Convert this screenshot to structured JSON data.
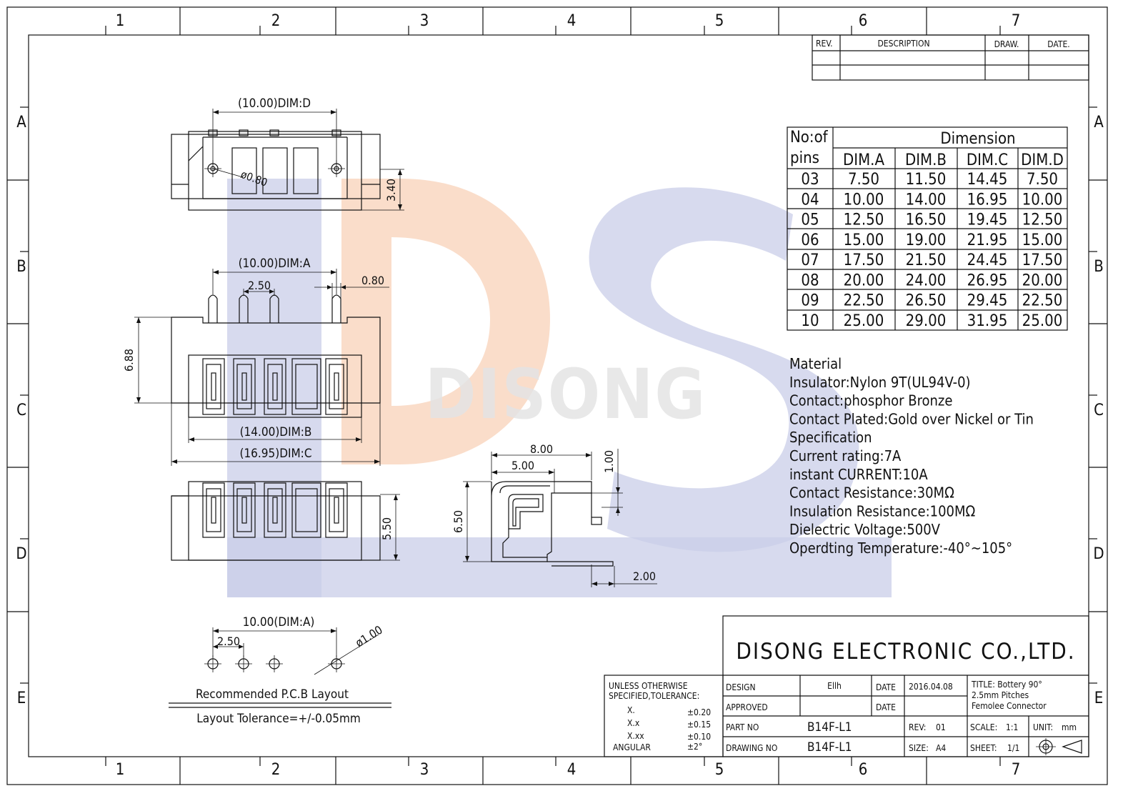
{
  "frame": {
    "columns": [
      "1",
      "2",
      "3",
      "4",
      "5",
      "6",
      "7"
    ],
    "rows": [
      "A",
      "B",
      "C",
      "D",
      "E"
    ]
  },
  "watermark": {
    "text": "DISONG"
  },
  "revision_block": {
    "headers": [
      "REV.",
      "DESCRIPTION",
      "DRAW.",
      "DATE."
    ]
  },
  "top_view": {
    "dim_d": "(10.00)DIM:D",
    "hole": "ø0.80",
    "height": "3.40"
  },
  "front_view": {
    "dim_a": "(10.00)DIM:A",
    "pitch": "2.50",
    "pin_width": "0.80",
    "height": "6.88",
    "dim_b": "(14.00)DIM:B",
    "dim_c": "(16.95)DIM:C"
  },
  "bottom_view": {
    "height": "5.50"
  },
  "side_view": {
    "depth": "8.00",
    "offset": "5.00",
    "thickness": "1.00",
    "height": "6.50",
    "tail": "2.00"
  },
  "pcb_layout": {
    "span": "10.00(DIM:A)",
    "pitch": "2.50",
    "hole": "ø1.00",
    "title": "Recommended P.C.B Layout",
    "tolerance": "Layout Tolerance=+/-0.05mm"
  },
  "dimension_table": {
    "pins_header": [
      "No:of",
      "pins"
    ],
    "group_header": "Dimension",
    "columns": [
      "DIM.A",
      "DIM.B",
      "DIM.C",
      "DIM.D"
    ],
    "rows": [
      [
        "03",
        "7.50",
        "11.50",
        "14.45",
        "7.50"
      ],
      [
        "04",
        "10.00",
        "14.00",
        "16.95",
        "10.00"
      ],
      [
        "05",
        "12.50",
        "16.50",
        "19.45",
        "12.50"
      ],
      [
        "06",
        "15.00",
        "19.00",
        "21.95",
        "15.00"
      ],
      [
        "07",
        "17.50",
        "21.50",
        "24.45",
        "17.50"
      ],
      [
        "08",
        "20.00",
        "24.00",
        "26.95",
        "20.00"
      ],
      [
        "09",
        "22.50",
        "26.50",
        "29.45",
        "22.50"
      ],
      [
        "10",
        "25.00",
        "29.00",
        "31.95",
        "25.00"
      ]
    ]
  },
  "specs": [
    "Material",
    "Insulator:Nylon 9T(UL94V-0)",
    "Contact:phosphor Bronze",
    "Contact Plated:Gold over Nickel or Tin",
    "Specification",
    "Current rating:7A",
    "instant CURRENT:10A",
    "Contact Resistance:30MΩ",
    "Insulation Resistance:100MΩ",
    "Dielectric Voltage:500V",
    "Operdting Temperature:-40°~105°"
  ],
  "title_block": {
    "company": "DISONG ELECTRONIC CO.,LTD.",
    "tolerance_title": [
      "UNLESS OTHERWISE",
      "SPECIFIED,TOLERANCE:"
    ],
    "tolerances": [
      [
        "X.",
        "±0.20"
      ],
      [
        "X.x",
        "±0.15"
      ],
      [
        "X.xx",
        "±0.10"
      ],
      [
        "ANGULAR",
        "±2°"
      ]
    ],
    "design_label": "DESIGN",
    "design_value": "Ellh",
    "date_label": "DATE",
    "date_value": "2016.04.08",
    "approved_label": "APPROVED",
    "date_label_2": "DATE",
    "title_lines": [
      "TITLE: Bottery 90°",
      "2.5mm Pitches",
      "Femolee Connector"
    ],
    "part_no_label": "PART NO",
    "part_no_value": "B14F-L1",
    "rev_label": "REV:",
    "rev_value": "01",
    "scale_label": "SCALE:",
    "scale_value": "1:1",
    "unit_label": "UNIT:",
    "unit_value": "mm",
    "drawing_no_label": "DRAWING NO",
    "drawing_no_value": "B14F-L1",
    "size_label": "SIZE:",
    "size_value": "A4",
    "sheet_label": "SHEET:",
    "sheet_value": "1/1"
  }
}
